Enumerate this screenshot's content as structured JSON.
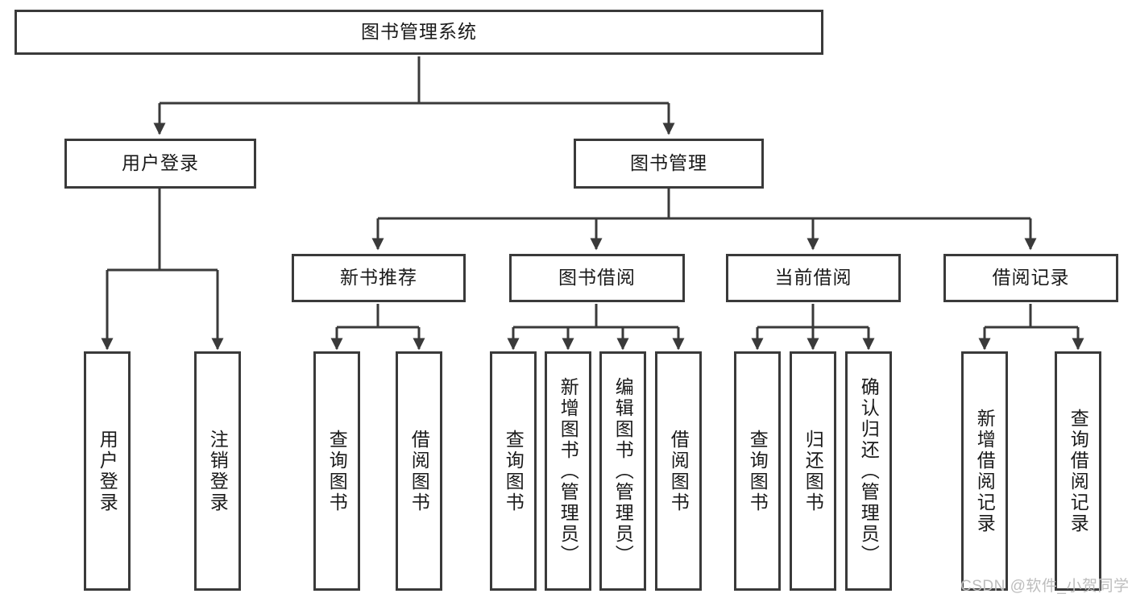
{
  "diagram": {
    "title": "图书管理系统",
    "type": "tree-hierarchy-chart",
    "background_color": "#ffffff",
    "stroke_color": "#3a3a3a",
    "text_color": "#1a1a1a",
    "levels": {
      "root": {
        "label": "图书管理系统"
      },
      "level2": [
        {
          "label": "用户登录"
        },
        {
          "label": "图书管理"
        }
      ],
      "level3": [
        {
          "label": "新书推荐"
        },
        {
          "label": "图书借阅"
        },
        {
          "label": "当前借阅"
        },
        {
          "label": "借阅记录"
        }
      ],
      "level4": [
        {
          "label": "用户登录"
        },
        {
          "label": "注销登录"
        },
        {
          "label": "查询图书"
        },
        {
          "label": "借阅图书"
        },
        {
          "label": "查询图书"
        },
        {
          "label": "新增图书（管理员）"
        },
        {
          "label": "编辑图书（管理员）"
        },
        {
          "label": "借阅图书"
        },
        {
          "label": "查询图书"
        },
        {
          "label": "归还图书"
        },
        {
          "label": "确认归还（管理员）"
        },
        {
          "label": "新增借阅记录"
        },
        {
          "label": "查询借阅记录"
        }
      ]
    }
  },
  "watermark": {
    "text": "CSDN @软件_小贺同学",
    "color": "#bdbdbd"
  }
}
